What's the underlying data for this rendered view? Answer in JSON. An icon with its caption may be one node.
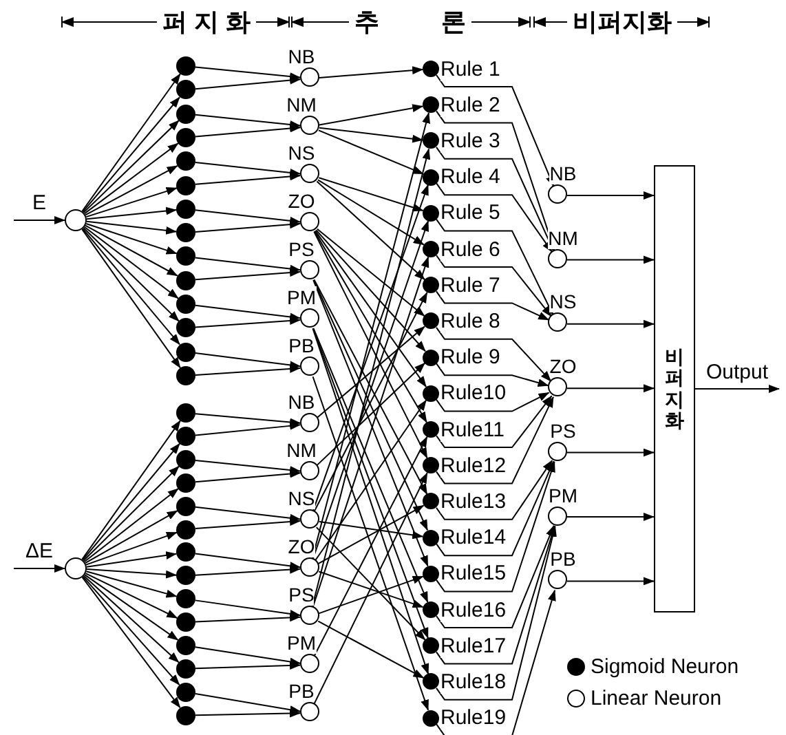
{
  "diagram": {
    "nodes": [
      {
        "text": [],
        "shape": "circle"
      },
      {
        "text": [],
        "shape": "circle"
      },
      {
        "text": [],
        "shape": "circle"
      },
      {
        "text": [],
        "shape": "circle"
      },
      {
        "text": [],
        "shape": "circle"
      },
      {
        "text": [],
        "shape": "circle"
      },
      {
        "text": [],
        "shape": "circle"
      },
      {
        "text": [],
        "shape": "circle"
      },
      {
        "text": [],
        "shape": "circle"
      },
      {
        "text": [],
        "shape": "circle"
      },
      {
        "text": [],
        "shape": "circle"
      },
      {
        "text": [],
        "shape": "circle"
      },
      {
        "text": [],
        "shape": "circle"
      },
      {
        "text": [],
        "shape": "circle"
      },
      {
        "text": [],
        "shape": "circle"
      },
      {
        "text": [
          "NB"
        ]
      },
      {
        "text": [
          "NM"
        ]
      },
      {
        "text": [
          "NS"
        ]
      },
      {
        "text": [
          "ZO"
        ]
      },
      {
        "text": [
          "PS"
        ]
      },
      {
        "text": [
          "PM"
        ]
      },
      {
        "text": [
          "PB"
        ]
      },
      {
        "text": [],
        "shape": "circle"
      },
      {
        "text": [],
        "shape": "circle"
      },
      {
        "text": [],
        "shape": "circle"
      },
      {
        "text": [],
        "shape": "circle"
      },
      {
        "text": [],
        "shape": "circle"
      },
      {
        "text": [],
        "shape": "circle"
      },
      {
        "text": [],
        "shape": "circle"
      },
      {
        "text": [],
        "shape": "circle"
      },
      {
        "text": [],
        "shape": "circle"
      },
      {
        "text": [],
        "shape": "circle"
      },
      {
        "text": [],
        "shape": "circle"
      },
      {
        "text": [],
        "shape": "circle"
      },
      {
        "text": [],
        "shape": "circle"
      },
      {
        "text": [],
        "shape": "circle"
      },
      {
        "text": [],
        "shape": "circle"
      },
      {
        "text": [
          "NB"
        ]
      },
      {
        "text": [
          "NM"
        ]
      },
      {
        "text": [
          "NS"
        ]
      },
      {
        "text": [
          "ZO"
        ]
      },
      {
        "text": [
          "PS"
        ]
      },
      {
        "text": [
          "PM"
        ]
      },
      {
        "text": [
          "PB"
        ]
      },
      {
        "text": [
          "Rule 1"
        ]
      },
      {
        "text": [
          "Rule 2"
        ]
      },
      {
        "text": [
          "Rule 3"
        ]
      },
      {
        "text": [
          "Rule 4"
        ]
      },
      {
        "text": [
          "Rule 5"
        ]
      },
      {
        "text": [
          "Rule 6"
        ]
      },
      {
        "text": [
          "Rule 7"
        ]
      },
      {
        "text": [
          "Rule 8"
        ]
      },
      {
        "text": [
          "Rule 9"
        ]
      },
      {
        "text": [
          "Rule10"
        ]
      },
      {
        "text": [
          "Rule11"
        ]
      },
      {
        "text": [
          "Rule12"
        ]
      },
      {
        "text": [
          "Rule13"
        ]
      },
      {
        "text": [
          "Rule14"
        ]
      },
      {
        "text": [
          "Rule15"
        ]
      },
      {
        "text": [
          "Rule16"
        ]
      },
      {
        "text": [
          "Rule17"
        ]
      },
      {
        "text": [
          "Rule18"
        ]
      },
      {
        "text": [
          "Rule19"
        ]
      },
      {
        "text": [
          "NB"
        ]
      },
      {
        "text": [
          "NM"
        ]
      },
      {
        "text": [
          "NS"
        ]
      },
      {
        "text": [
          "ZO"
        ]
      },
      {
        "text": [
          "PS"
        ]
      },
      {
        "text": [
          "PM"
        ]
      },
      {
        "text": [
          "PB"
        ]
      },
      {
        "text": [
          "비퍼지화"
        ]
      }
    ],
    "edges": [
      {
        "from": null,
        "to": 0,
        "arrow": "to",
        "label": "E"
      },
      {
        "from": 0,
        "to": 1,
        "arrow": "to"
      },
      {
        "from": 0,
        "to": 2,
        "arrow": "to"
      },
      {
        "from": 0,
        "to": 3,
        "arrow": "to"
      },
      {
        "from": 0,
        "to": 4,
        "arrow": "to"
      },
      {
        "from": 0,
        "to": 5,
        "arrow": "to"
      },
      {
        "from": 0,
        "to": 6,
        "arrow": "to"
      },
      {
        "from": 0,
        "to": 7,
        "arrow": "to"
      },
      {
        "from": 0,
        "to": 8,
        "arrow": "to"
      },
      {
        "from": 0,
        "to": 9,
        "arrow": "to"
      },
      {
        "from": 0,
        "to": 10,
        "arrow": "to"
      },
      {
        "from": 0,
        "to": 11,
        "arrow": "to"
      },
      {
        "from": 0,
        "to": 12,
        "arrow": "to"
      },
      {
        "from": 0,
        "to": 13,
        "arrow": "to"
      },
      {
        "from": 0,
        "to": 14,
        "arrow": "to"
      },
      {
        "from": 1,
        "to": 15,
        "arrow": "to"
      },
      {
        "from": 2,
        "to": 15,
        "arrow": "to"
      },
      {
        "from": 3,
        "to": 16,
        "arrow": "to"
      },
      {
        "from": 4,
        "to": 16,
        "arrow": "to"
      },
      {
        "from": 5,
        "to": 17,
        "arrow": "to"
      },
      {
        "from": 6,
        "to": 17,
        "arrow": "to"
      },
      {
        "from": 7,
        "to": 18,
        "arrow": "to"
      },
      {
        "from": 8,
        "to": 18,
        "arrow": "to"
      },
      {
        "from": 9,
        "to": 19,
        "arrow": "to"
      },
      {
        "from": 10,
        "to": 19,
        "arrow": "to"
      },
      {
        "from": 11,
        "to": 20,
        "arrow": "to"
      },
      {
        "from": 12,
        "to": 20,
        "arrow": "to"
      },
      {
        "from": 13,
        "to": 21,
        "arrow": "to"
      },
      {
        "from": 14,
        "to": 21,
        "arrow": "to"
      },
      {
        "from": null,
        "to": 22,
        "arrow": "to",
        "label": "ΔE"
      },
      {
        "from": 22,
        "to": 23,
        "arrow": "to"
      },
      {
        "from": 22,
        "to": 24,
        "arrow": "to"
      },
      {
        "from": 22,
        "to": 25,
        "arrow": "to"
      },
      {
        "from": 22,
        "to": 26,
        "arrow": "to"
      },
      {
        "from": 22,
        "to": 27,
        "arrow": "to"
      },
      {
        "from": 22,
        "to": 28,
        "arrow": "to"
      },
      {
        "from": 22,
        "to": 29,
        "arrow": "to"
      },
      {
        "from": 22,
        "to": 30,
        "arrow": "to"
      },
      {
        "from": 22,
        "to": 31,
        "arrow": "to"
      },
      {
        "from": 22,
        "to": 32,
        "arrow": "to"
      },
      {
        "from": 22,
        "to": 33,
        "arrow": "to"
      },
      {
        "from": 22,
        "to": 34,
        "arrow": "to"
      },
      {
        "from": 22,
        "to": 35,
        "arrow": "to"
      },
      {
        "from": 22,
        "to": 36,
        "arrow": "to"
      },
      {
        "from": 23,
        "to": 37,
        "arrow": "to"
      },
      {
        "from": 24,
        "to": 37,
        "arrow": "to"
      },
      {
        "from": 25,
        "to": 38,
        "arrow": "to"
      },
      {
        "from": 26,
        "to": 38,
        "arrow": "to"
      },
      {
        "from": 27,
        "to": 39,
        "arrow": "to"
      },
      {
        "from": 28,
        "to": 39,
        "arrow": "to"
      },
      {
        "from": 29,
        "to": 40,
        "arrow": "to"
      },
      {
        "from": 30,
        "to": 40,
        "arrow": "to"
      },
      {
        "from": 31,
        "to": 41,
        "arrow": "to"
      },
      {
        "from": 32,
        "to": 41,
        "arrow": "to"
      },
      {
        "from": 33,
        "to": 42,
        "arrow": "to"
      },
      {
        "from": 34,
        "to": 42,
        "arrow": "to"
      },
      {
        "from": 35,
        "to": 43,
        "arrow": "to"
      },
      {
        "from": 36,
        "to": 43,
        "arrow": "to"
      },
      {
        "from": 15,
        "to": 44,
        "arrow": "to"
      },
      {
        "from": 16,
        "to": 45,
        "arrow": "to"
      },
      {
        "from": 16,
        "to": 46,
        "arrow": "to"
      },
      {
        "from": 16,
        "to": 47,
        "arrow": "to"
      },
      {
        "from": 17,
        "to": 48,
        "arrow": "to"
      },
      {
        "from": 17,
        "to": 49,
        "arrow": "to"
      },
      {
        "from": 17,
        "to": 50,
        "arrow": "to"
      },
      {
        "from": 18,
        "to": 51,
        "arrow": "to"
      },
      {
        "from": 18,
        "to": 52,
        "arrow": "to"
      },
      {
        "from": 18,
        "to": 53,
        "arrow": "to"
      },
      {
        "from": 18,
        "to": 54,
        "arrow": "to"
      },
      {
        "from": 18,
        "to": 55,
        "arrow": "to"
      },
      {
        "from": 19,
        "to": 56,
        "arrow": "to"
      },
      {
        "from": 19,
        "to": 57,
        "arrow": "to"
      },
      {
        "from": 19,
        "to": 58,
        "arrow": "to"
      },
      {
        "from": 20,
        "to": 59,
        "arrow": "to"
      },
      {
        "from": 20,
        "to": 60,
        "arrow": "to"
      },
      {
        "from": 20,
        "to": 61,
        "arrow": "to"
      },
      {
        "from": 21,
        "to": 62,
        "arrow": "to"
      },
      {
        "from": 40,
        "to": 45,
        "arrow": "to"
      },
      {
        "from": 41,
        "to": 46,
        "arrow": "to"
      },
      {
        "from": 39,
        "to": 47,
        "arrow": "to"
      },
      {
        "from": 40,
        "to": 48,
        "arrow": "to"
      },
      {
        "from": 41,
        "to": 49,
        "arrow": "to"
      },
      {
        "from": 39,
        "to": 50,
        "arrow": "to"
      },
      {
        "from": 37,
        "to": 51,
        "arrow": "to"
      },
      {
        "from": 38,
        "to": 52,
        "arrow": "to"
      },
      {
        "from": 40,
        "to": 53,
        "arrow": "to"
      },
      {
        "from": 42,
        "to": 54,
        "arrow": "to"
      },
      {
        "from": 43,
        "to": 55,
        "arrow": "to"
      },
      {
        "from": 40,
        "to": 56,
        "arrow": "to"
      },
      {
        "from": 39,
        "to": 57,
        "arrow": "to"
      },
      {
        "from": 41,
        "to": 58,
        "arrow": "to"
      },
      {
        "from": 40,
        "to": 59,
        "arrow": "to"
      },
      {
        "from": 39,
        "to": 60,
        "arrow": "to"
      },
      {
        "from": 41,
        "to": 61,
        "arrow": "to"
      },
      {
        "from": 44,
        "to": 63,
        "arrow": "to"
      },
      {
        "from": 45,
        "to": 64,
        "arrow": "to"
      },
      {
        "from": 46,
        "to": 64,
        "arrow": "to"
      },
      {
        "from": 47,
        "to": 64,
        "arrow": "to"
      },
      {
        "from": 48,
        "to": 65,
        "arrow": "to"
      },
      {
        "from": 49,
        "to": 65,
        "arrow": "to"
      },
      {
        "from": 50,
        "to": 65,
        "arrow": "to"
      },
      {
        "from": 51,
        "to": 66,
        "arrow": "to"
      },
      {
        "from": 52,
        "to": 66,
        "arrow": "to"
      },
      {
        "from": 53,
        "to": 66,
        "arrow": "to"
      },
      {
        "from": 54,
        "to": 66,
        "arrow": "to"
      },
      {
        "from": 55,
        "to": 66,
        "arrow": "to"
      },
      {
        "from": 56,
        "to": 67,
        "arrow": "to"
      },
      {
        "from": 57,
        "to": 67,
        "arrow": "to"
      },
      {
        "from": 58,
        "to": 67,
        "arrow": "to"
      },
      {
        "from": 59,
        "to": 68,
        "arrow": "to"
      },
      {
        "from": 60,
        "to": 68,
        "arrow": "to"
      },
      {
        "from": 61,
        "to": 68,
        "arrow": "to"
      },
      {
        "from": 62,
        "to": 69,
        "arrow": "to"
      },
      {
        "from": 63,
        "to": 70,
        "arrow": "to"
      },
      {
        "from": 64,
        "to": 70,
        "arrow": "to"
      },
      {
        "from": 65,
        "to": 70,
        "arrow": "to"
      },
      {
        "from": 66,
        "to": 70,
        "arrow": "to"
      },
      {
        "from": 67,
        "to": 70,
        "arrow": "to"
      },
      {
        "from": 68,
        "to": 70,
        "arrow": "to"
      },
      {
        "from": 69,
        "to": 70,
        "arrow": "to"
      },
      {
        "from": 70,
        "to": null,
        "arrow": "to",
        "label": "Output"
      }
    ],
    "labels": [
      "퍼 지 화",
      "추 론",
      "비퍼지화"
    ],
    "legend": [
      {
        "text": "Sigmoid Neuron"
      },
      {
        "text": "Linear Neuron"
      }
    ]
  }
}
